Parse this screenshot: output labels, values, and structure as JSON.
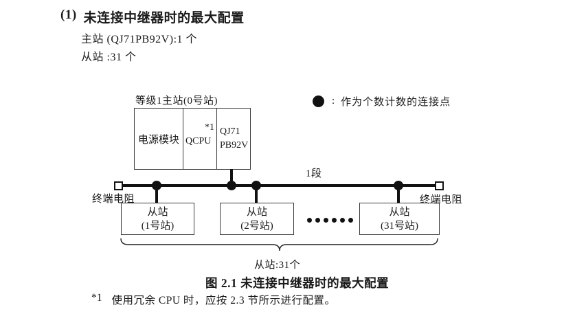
{
  "colors": {
    "text": "#1a1a1a",
    "line": "#111111",
    "border": "#3a3a3a",
    "background": "#ffffff"
  },
  "header": {
    "number": "(1)",
    "title": "未连接中继器时的最大配置",
    "master_count_line": "主站 (QJ71PB92V):1 个",
    "slave_count_line": "从站 :31 个"
  },
  "diagram": {
    "master_station_label": "等级1主站(0号站)",
    "master_cells": {
      "power_supply": "电源模块",
      "cpu": "QCPU",
      "cpu_note": "*1",
      "module_line1": "QJ71",
      "module_line2": "PB92V"
    },
    "legend": {
      "separator": ":",
      "text": "作为个数计数的连接点"
    },
    "segment_label": "1段",
    "left_terminator_label": "终端电阻",
    "right_terminator_label": "终端电阻",
    "slaves": [
      {
        "line1": "从站",
        "line2": "(1号站)"
      },
      {
        "line1": "从站",
        "line2": "(2号站)"
      },
      {
        "line1": "从站",
        "line2": "(31号站)"
      }
    ],
    "bracket_label": "从站:31个"
  },
  "caption": "图 2.1 未连接中继器时的最大配置",
  "footnote": {
    "marker": "*1",
    "text": "使用冗余 CPU 时，应按 2.3 节所示进行配置。"
  }
}
